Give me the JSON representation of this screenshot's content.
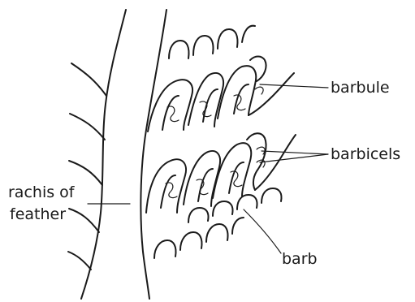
{
  "diagram": {
    "labels": {
      "barbule": "barbule",
      "barbicels": "barbicels",
      "rachis_line1": "rachis of",
      "rachis_line2": "feather",
      "barb": "barb"
    },
    "colors": {
      "ink": "#1a1a1a",
      "background": "#ffffff"
    }
  }
}
